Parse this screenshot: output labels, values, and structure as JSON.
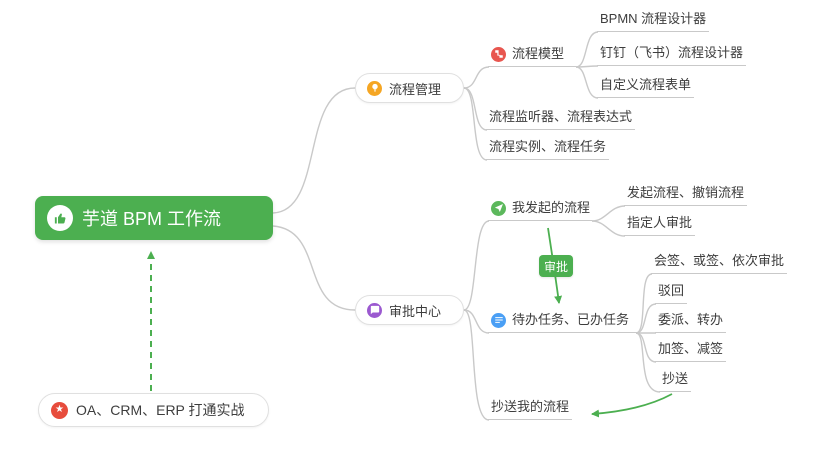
{
  "map": {
    "root": {
      "label": "芋道 BPM 工作流"
    },
    "process": {
      "node": {
        "label": "流程管理"
      },
      "model": {
        "label": "流程模型"
      },
      "bpmn": {
        "label": "BPMN 流程设计器"
      },
      "dingtalk": {
        "label": "钉钉（飞书）流程设计器"
      },
      "custom_form": {
        "label": "自定义流程表单"
      },
      "listener": {
        "label": "流程监听器、流程表达式"
      },
      "instance": {
        "label": "流程实例、流程任务"
      }
    },
    "approval": {
      "node": {
        "label": "审批中心"
      },
      "my_initiated": {
        "label": "我发起的流程"
      },
      "initiate_cancel": {
        "label": "发起流程、撤销流程"
      },
      "assignee": {
        "label": "指定人审批"
      },
      "badge": {
        "label": "审批"
      },
      "todo_done": {
        "label": "待办任务、已办任务"
      },
      "countersign": {
        "label": "会签、或签、依次审批"
      },
      "reject": {
        "label": "驳回"
      },
      "delegate": {
        "label": "委派、转办"
      },
      "add_sign": {
        "label": "加签、减签"
      },
      "cc": {
        "label": "抄送"
      },
      "cc_my": {
        "label": "抄送我的流程"
      }
    },
    "practice": {
      "label": "OA、CRM、ERP 打通实战"
    }
  },
  "icons": {
    "root": "thumbs-up",
    "process_management": "lightbulb",
    "process_model": "flowchart",
    "approval_center": "chat-bubble",
    "my_initiated": "paper-plane",
    "todo_done": "checklist",
    "practice": "star",
    "practice_star_glyph": "★"
  },
  "colors": {
    "root_bg": "#4caf50",
    "connector_line": "#c9c9c9",
    "green_arrow": "#4caf50",
    "icon_orange": "#f5a623",
    "icon_red": "#e8564f",
    "icon_green": "#5cb85c",
    "icon_blue": "#4a9ff5",
    "icon_purple": "#9b59d0",
    "icon_star_red": "#e74c3c"
  }
}
